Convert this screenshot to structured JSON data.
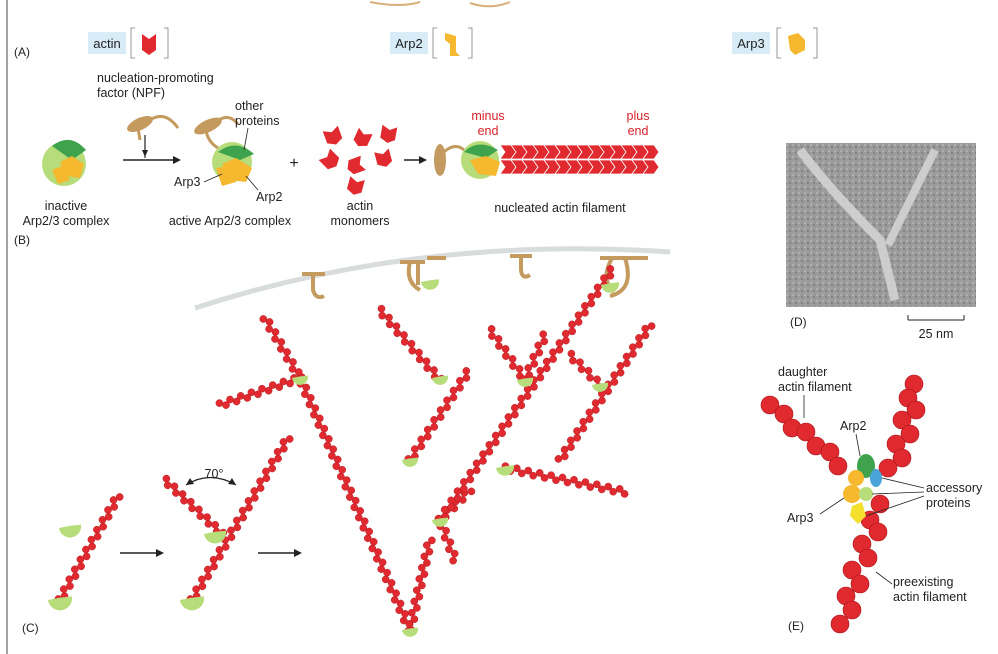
{
  "panels": {
    "A": "(A)",
    "B": "(B)",
    "C": "(C)",
    "D": "(D)",
    "E": "(E)"
  },
  "legend": {
    "actin": "actin",
    "arp2": "Arp2",
    "arp3": "Arp3"
  },
  "panel_a": {
    "npf_line1": "nucleation-promoting",
    "npf_line2": "factor (NPF)",
    "other_line1": "other",
    "other_line2": "proteins",
    "arp3": "Arp3",
    "arp2": "Arp2",
    "inactive_line1": "inactive",
    "inactive_line2": "Arp2/3 complex",
    "active": "active Arp2/3 complex",
    "plus_sign": "+",
    "monomers_line1": "actin",
    "monomers_line2": "monomers",
    "minus_line1": "minus",
    "minus_line2": "end",
    "plus_line1": "plus",
    "plus_line2": "end",
    "nucleated": "nucleated actin filament"
  },
  "panel_c": {
    "angle": "70°"
  },
  "panel_d": {
    "scale": "25 nm"
  },
  "panel_e": {
    "daughter_line1": "daughter",
    "daughter_line2": "actin filament",
    "arp2": "Arp2",
    "arp3": "Arp3",
    "accessory_line1": "accessory",
    "accessory_line2": "proteins",
    "preexisting_line1": "preexisting",
    "preexisting_line2": "actin filament"
  },
  "colors": {
    "actin": "#e02a2f",
    "arp2": "#f5b82e",
    "arp3": "#f5b82e",
    "arp_green": "#3fa34d",
    "light_green": "#b7dd7a",
    "npf": "#c49a5e",
    "label_red": "#d8232a",
    "legend_bg": "#d7ecf7",
    "membrane": "#d8dcdc"
  }
}
